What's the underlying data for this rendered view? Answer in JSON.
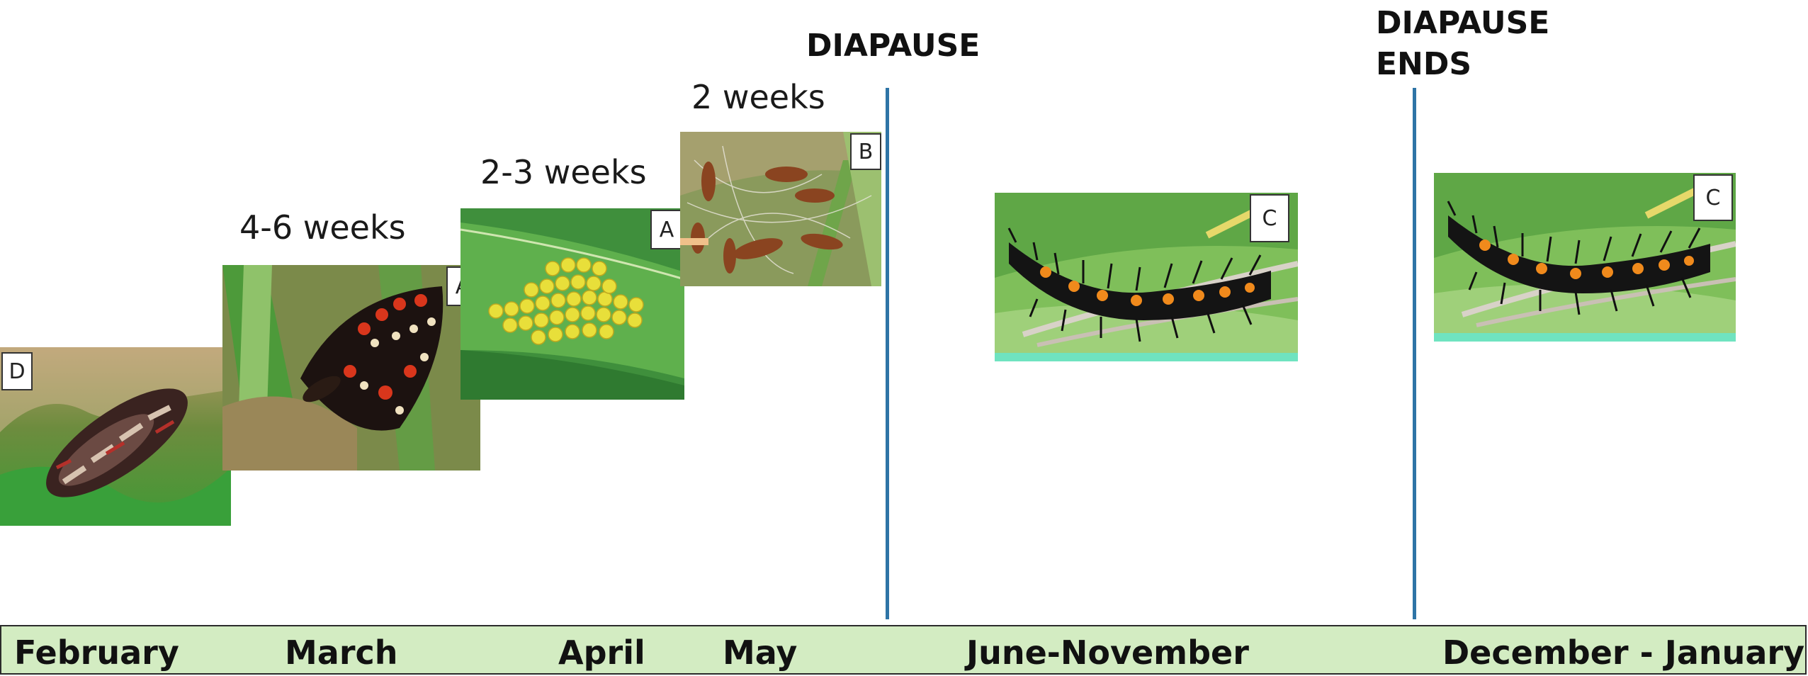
{
  "durations": {
    "adult": "4-6 weeks",
    "egg": "2-3 weeks",
    "larva_early": "2 weeks"
  },
  "phases": {
    "diapause": "DIAPAUSE",
    "diapause_ends": "DIAPAUSE\nENDS"
  },
  "photo_tags": {
    "pupa": "D",
    "adult": "A",
    "eggs": "A",
    "young_larvae": "B",
    "diapause_larva": "C",
    "post_diapause_larva": "C"
  },
  "months": [
    "February",
    "March",
    "April",
    "May",
    "June-November",
    "December - January"
  ],
  "colors": {
    "month_bar": "#d3ecc2",
    "divider": "#2e74a6",
    "photo_frame": "#6fe3c0"
  }
}
